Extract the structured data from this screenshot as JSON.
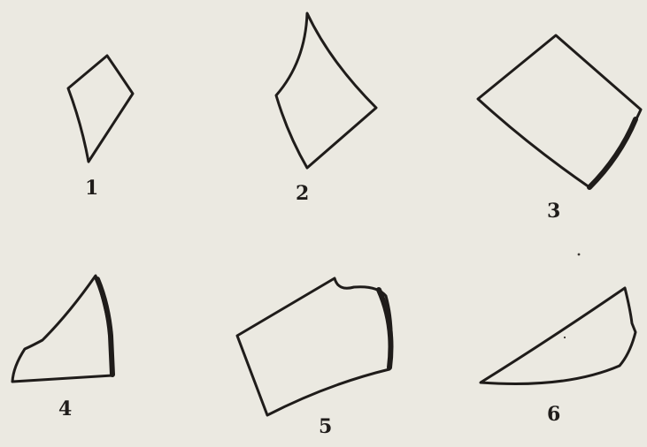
{
  "figures": [
    {
      "label": "1"
    },
    {
      "label": "2"
    },
    {
      "label": "3"
    },
    {
      "label": "4"
    },
    {
      "label": "5"
    },
    {
      "label": "6"
    }
  ],
  "colors": {
    "background": "#ebe9e1",
    "ink": "#1f1c1a"
  }
}
